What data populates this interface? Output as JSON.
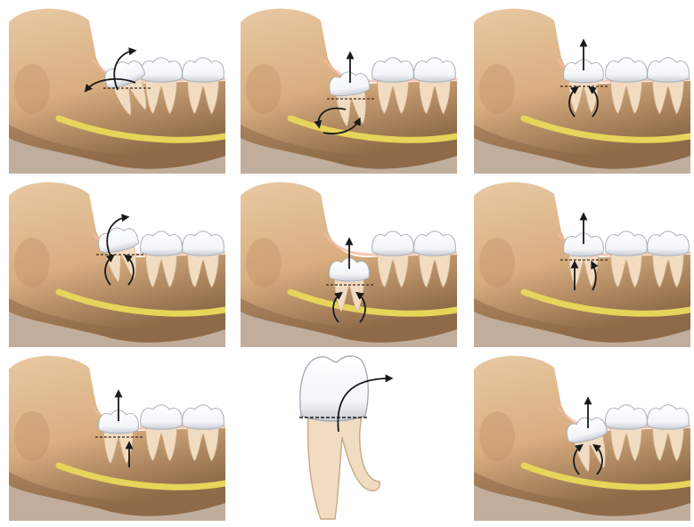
{
  "figure": {
    "panels": [
      {
        "id": "panel-1",
        "kind": "jaw",
        "tooth": "impacted",
        "show_section_line": true,
        "arrows": [
          "curved-lift",
          "rotate-left"
        ]
      },
      {
        "id": "panel-2",
        "kind": "jaw",
        "tooth": "partial",
        "show_section_line": true,
        "arrows": [
          "up",
          "rotate-pair"
        ]
      },
      {
        "id": "panel-3",
        "kind": "jaw",
        "tooth": "erupting",
        "show_section_line": true,
        "arrows": [
          "up",
          "twin-curved"
        ]
      },
      {
        "id": "panel-4",
        "kind": "jaw",
        "tooth": "tilted",
        "show_section_line": true,
        "arrows": [
          "curved-lift",
          "twin-curved"
        ]
      },
      {
        "id": "panel-5",
        "kind": "jaw",
        "tooth": "deep",
        "show_section_line": true,
        "arrows": [
          "up",
          "twin-curved-low"
        ]
      },
      {
        "id": "panel-6",
        "kind": "jaw",
        "tooth": "erupting",
        "show_section_line": true,
        "arrows": [
          "up",
          "twin-straight"
        ]
      },
      {
        "id": "panel-7",
        "kind": "jaw",
        "tooth": "sectioned",
        "show_section_line": true,
        "arrows": [
          "up",
          "up-small"
        ]
      },
      {
        "id": "panel-8",
        "kind": "tooth-detail",
        "tooth": "single",
        "show_section_line": true,
        "arrows": [
          "curve-right"
        ]
      },
      {
        "id": "panel-9",
        "kind": "jaw",
        "tooth": "fragmented",
        "show_section_line": false,
        "arrows": [
          "up",
          "twin-curved"
        ]
      }
    ],
    "colors": {
      "bone_light": "#e8c9a2",
      "bone_mid": "#d9ae80",
      "bone_dark": "#b98c62",
      "bone_shadow": "#8e6a48",
      "enamel": "#f3f5f8",
      "enamel_shadow": "#c9ced6",
      "root": "#f1dcc1",
      "root_outline": "#c8a886",
      "nerve": "#e7d45a",
      "gum": "#f2b9a2",
      "arrow": "#1a1a1a"
    }
  }
}
